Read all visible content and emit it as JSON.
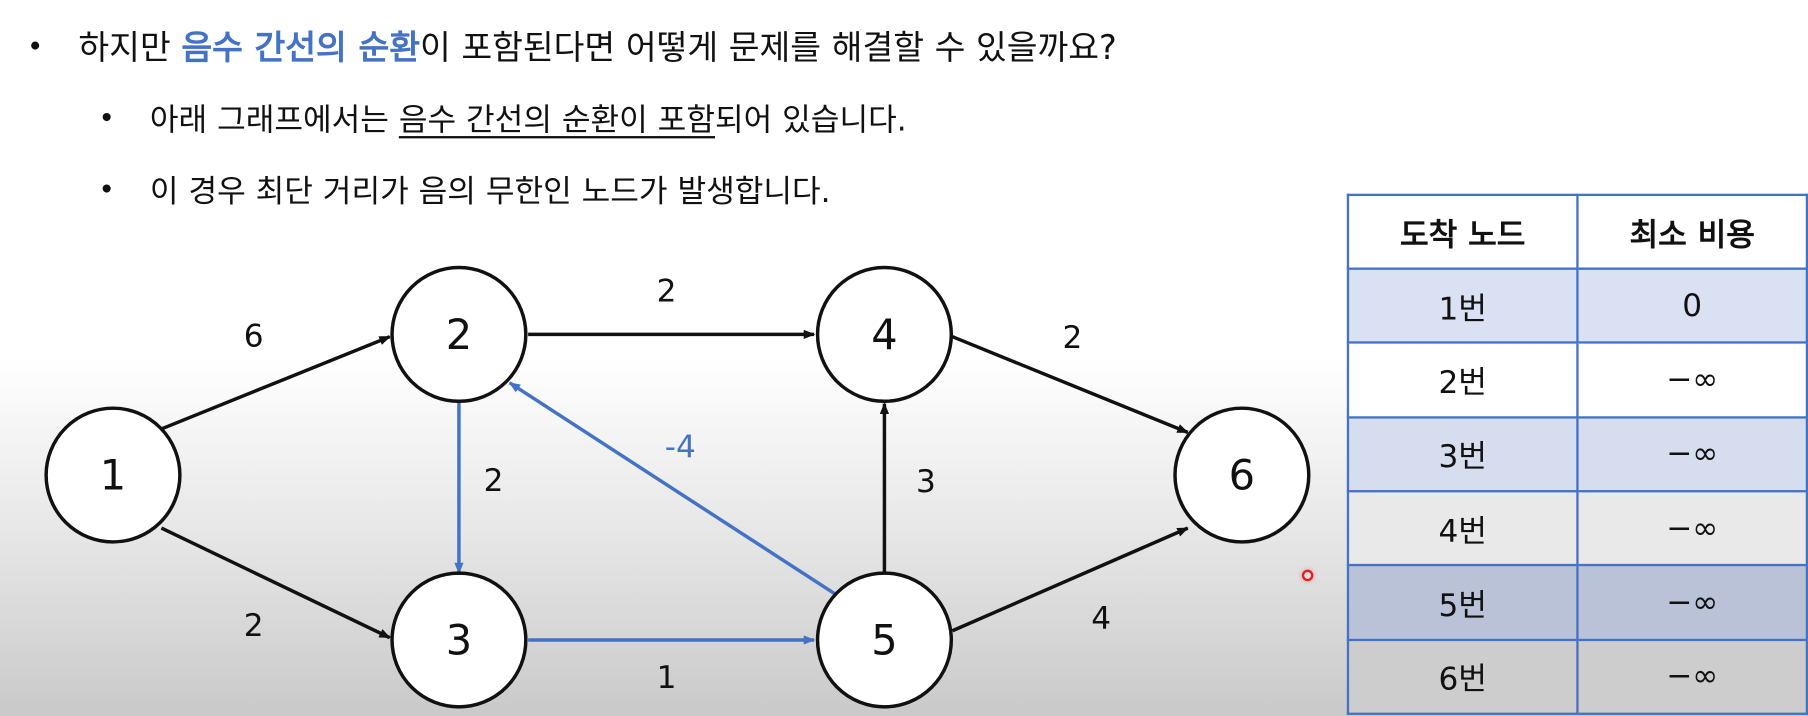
{
  "bullets": [
    {
      "pre": "하지만 ",
      "highlight": "음수 간선의 순환",
      "post": "이 포함된다면 어떻게 문제를 해결할 수 있을까요?"
    },
    {
      "pre": "아래 그래프에서는 ",
      "underline": "음수 간선의 순환이 포함",
      "post": "되어 있습니다."
    },
    {
      "text": "이 경우 최단 거리가 음의 무한인 노드가 발생합니다."
    }
  ],
  "graph": {
    "nodes": [
      "1",
      "2",
      "3",
      "4",
      "5",
      "6"
    ],
    "edges": [
      {
        "from": "1",
        "to": "2",
        "weight": "6",
        "color": "black"
      },
      {
        "from": "1",
        "to": "3",
        "weight": "2",
        "color": "black"
      },
      {
        "from": "2",
        "to": "4",
        "weight": "2",
        "color": "black"
      },
      {
        "from": "2",
        "to": "3",
        "weight": "2",
        "color": "blue"
      },
      {
        "from": "3",
        "to": "5",
        "weight": "1",
        "color": "blue"
      },
      {
        "from": "5",
        "to": "2",
        "weight": "-4",
        "color": "blue"
      },
      {
        "from": "5",
        "to": "4",
        "weight": "3",
        "color": "black"
      },
      {
        "from": "4",
        "to": "6",
        "weight": "2",
        "color": "black"
      },
      {
        "from": "5",
        "to": "6",
        "weight": "4",
        "color": "black"
      }
    ],
    "cycle_color": "#4472c4"
  },
  "table": {
    "headers": [
      "도착 노드",
      "최소 비용"
    ],
    "rows": [
      [
        "1번",
        "0"
      ],
      [
        "2번",
        "−∞"
      ],
      [
        "3번",
        "−∞"
      ],
      [
        "4번",
        "−∞"
      ],
      [
        "5번",
        "−∞"
      ],
      [
        "6번",
        "−∞"
      ]
    ]
  }
}
